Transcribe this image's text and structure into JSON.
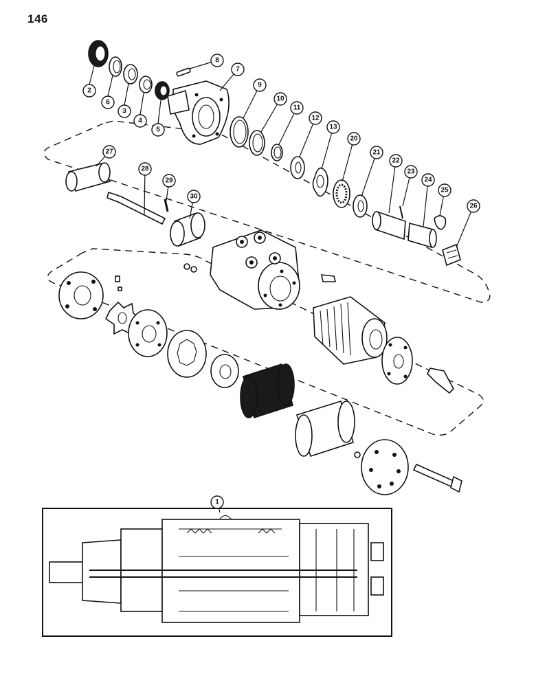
{
  "page": {
    "number": "146"
  },
  "callouts": [
    {
      "id": "c1",
      "label": "1"
    },
    {
      "id": "c2",
      "label": "2"
    },
    {
      "id": "c3",
      "label": "3"
    },
    {
      "id": "c4",
      "label": "4"
    },
    {
      "id": "c5",
      "label": "5"
    },
    {
      "id": "c6",
      "label": "6"
    },
    {
      "id": "c7",
      "label": "7"
    },
    {
      "id": "c8",
      "label": "8"
    },
    {
      "id": "c9",
      "label": "9"
    },
    {
      "id": "c10",
      "label": "10"
    },
    {
      "id": "c11",
      "label": "11"
    },
    {
      "id": "c12",
      "label": "12"
    },
    {
      "id": "c13",
      "label": "13"
    },
    {
      "id": "c20",
      "label": "20"
    },
    {
      "id": "c21",
      "label": "21"
    },
    {
      "id": "c22",
      "label": "22"
    },
    {
      "id": "c23",
      "label": "23"
    },
    {
      "id": "c24",
      "label": "24"
    },
    {
      "id": "c25",
      "label": "25"
    },
    {
      "id": "c26",
      "label": "26"
    },
    {
      "id": "c27",
      "label": "27"
    },
    {
      "id": "c28",
      "label": "28"
    },
    {
      "id": "c29",
      "label": "29"
    },
    {
      "id": "c30",
      "label": "30"
    }
  ]
}
